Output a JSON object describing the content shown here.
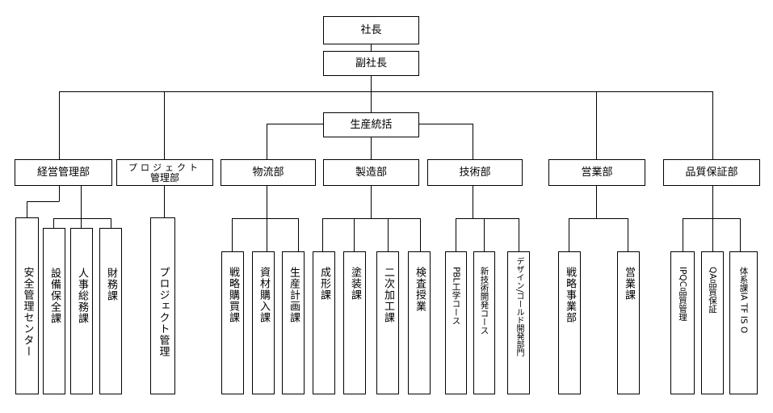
{
  "top": {
    "president": "社長",
    "vice_president": "副社長",
    "production": "生産統括"
  },
  "departments": {
    "management": "経営管理部",
    "project_l1": "プロジェクト",
    "project_l2": "管理部",
    "logistics": "物流部",
    "manufacturing": "製造部",
    "technology": "技術部",
    "sales": "営業部",
    "quality": "品質保証部"
  },
  "sections": {
    "safety": "安全管理センター",
    "equipment": "設備保全課",
    "hr": "人事総務課",
    "finance": "財務課",
    "project_mgmt": "プロジェクト管理",
    "strategic_purchase": "戦略購買課",
    "material_purchase": "資材購入課",
    "production_plan": "生産計画課",
    "molding": "成形課",
    "painting": "塗装課",
    "secondary": "二次加工課",
    "inspection": "検査授業",
    "pbl": "PBL工学コース",
    "new_tech": "新技術開発コース",
    "design_gold": "デザイン/ゴールド開発部門",
    "strategic_business": "戦略事業部",
    "sales_section": "営業課",
    "ipqc": "IPQC品質管理",
    "qa": "QA品質保証",
    "system": "体系課IA TF IS O"
  }
}
